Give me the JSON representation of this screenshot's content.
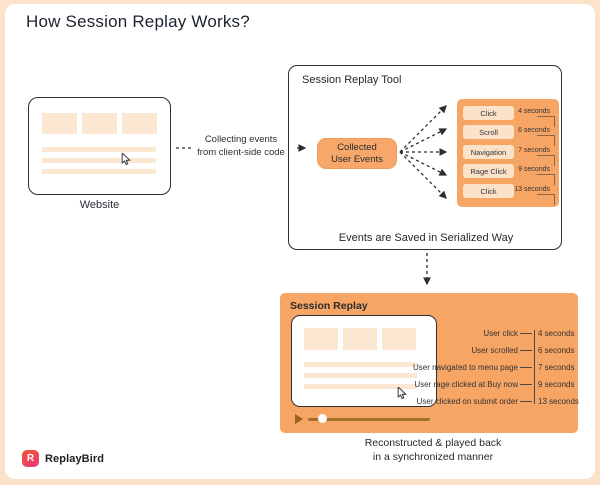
{
  "page": {
    "title": "How Session Replay Works?"
  },
  "website": {
    "label": "Website"
  },
  "collect_arrow": {
    "line1": "Collecting events",
    "line2": "from client-side code"
  },
  "tool": {
    "title": "Session Replay Tool",
    "collected_box": {
      "line1": "Collected",
      "line2": "User Events"
    },
    "events": [
      {
        "label": "Click",
        "time": "4 seconds"
      },
      {
        "label": "Scroll",
        "time": "6 seconds"
      },
      {
        "label": "Navigation",
        "time": "7 seconds"
      },
      {
        "label": "Rage Click",
        "time": "9 seconds"
      },
      {
        "label": "Click",
        "time": "13 seconds"
      }
    ],
    "caption": "Events are Saved in Serialized Way"
  },
  "replay": {
    "title": "Session Replay",
    "events": [
      {
        "label": "User click",
        "time": "4 seconds"
      },
      {
        "label": "User scrolled",
        "time": "6 seconds"
      },
      {
        "label": "User navigated to menu page",
        "time": "7 seconds"
      },
      {
        "label": "User rage clicked at Buy now",
        "time": "9 seconds"
      },
      {
        "label": "User clicked on submit order",
        "time": "13 seconds"
      }
    ],
    "caption_line1": "Reconstructed & played back",
    "caption_line2": "in a synchronized manner"
  },
  "footer": {
    "brand": "ReplayBird",
    "logo_letter": "R"
  },
  "icons": {
    "website_cursor": "cursor-icon",
    "replay_cursor": "cursor-icon",
    "play_button": "play-icon",
    "brand_logo": "replaybird-logo"
  },
  "colors": {
    "accent_orange": "#F7A565",
    "light_peach": "#FCE2C8",
    "frame_peach": "#FBE2C9",
    "line_dark": "#2D2D2D",
    "brand_gradient_start": "#F0503F",
    "brand_gradient_end": "#EE3D6F"
  }
}
